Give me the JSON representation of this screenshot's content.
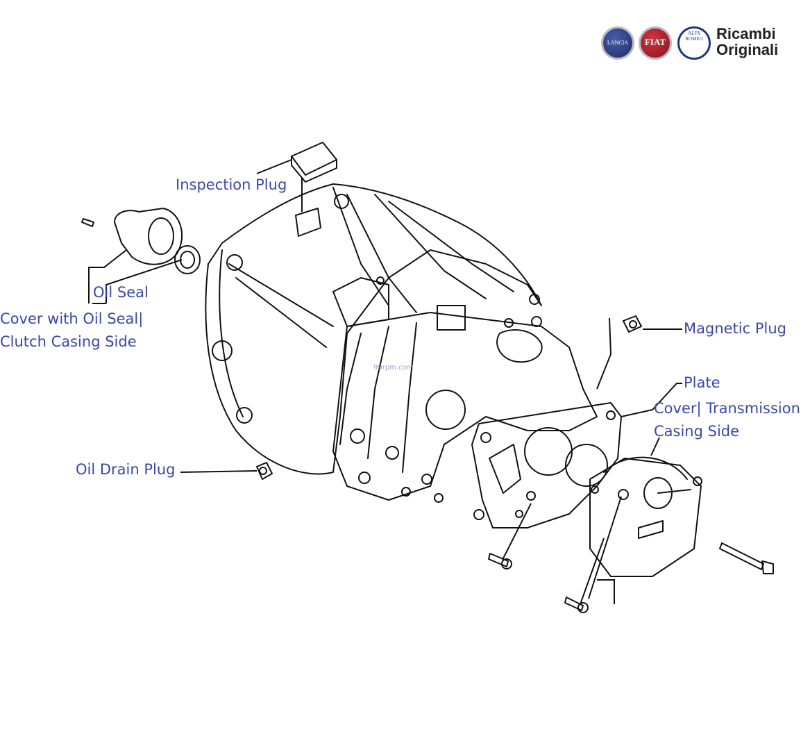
{
  "brand": {
    "line1": "Ricambi",
    "line2": "Originali",
    "badges": [
      {
        "name": "lancia",
        "text": "LANCIA"
      },
      {
        "name": "fiat",
        "text": "FIAT"
      },
      {
        "name": "alfa",
        "text": "ALFA ROMEO"
      }
    ]
  },
  "label_color": "#3a47a8",
  "labels": {
    "inspection_plug": "Inspection Plug",
    "oil_seal": "Oil Seal",
    "cover_oil_seal_1": "Cover with Oil Seal|",
    "cover_oil_seal_2": "Clutch Casing Side",
    "magnetic_plug": "Magnetic Plug",
    "plate": "Plate",
    "cover_transmission_1": "Cover| Transmission",
    "cover_transmission_2": "Casing Side",
    "oil_drain_plug": "Oil Drain Plug"
  },
  "watermark": "99rpm.com"
}
